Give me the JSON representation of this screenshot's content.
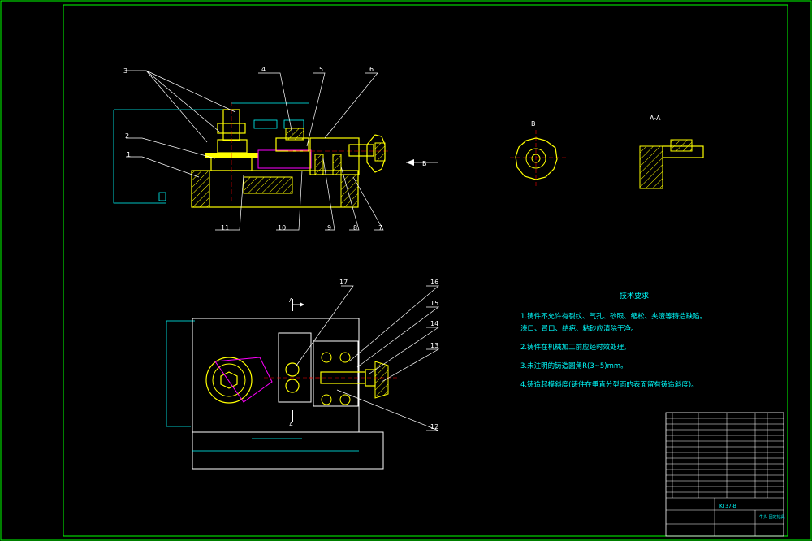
{
  "drawing": {
    "title_block_text": "KT37-B",
    "title_block_name": "牛头·固定钻具",
    "view_b_label": "B",
    "section_label": "A-A",
    "arrow_b_label": "B",
    "section_marker": "A",
    "section_marker2": "A"
  },
  "callouts": [
    "3",
    "4",
    "5",
    "6",
    "2",
    "1",
    "11",
    "10",
    "9",
    "8",
    "7",
    "17",
    "16",
    "15",
    "14",
    "13",
    "12"
  ],
  "tech_requirements": {
    "title": "技术要求",
    "items": [
      "1.铸件不允许有裂纹、气孔、砂眼、缩松、夹渣等铸造缺陷。",
      "浇口、冒口、结疤、粘砂应清除干净。",
      "2.铸件在机械加工前应经时效处理。",
      "3.未注明的铸造圆角R(3~5)mm。",
      "4.铸造起模斜度(铸件在垂直分型面的表面留有铸造斜度)。"
    ]
  },
  "colors": {
    "border": "#00ff00",
    "part": "#ffff00",
    "hatch": "#ffff00",
    "dim": "#00ffff",
    "leader": "#ffffff",
    "magenta": "#ff00ff"
  }
}
